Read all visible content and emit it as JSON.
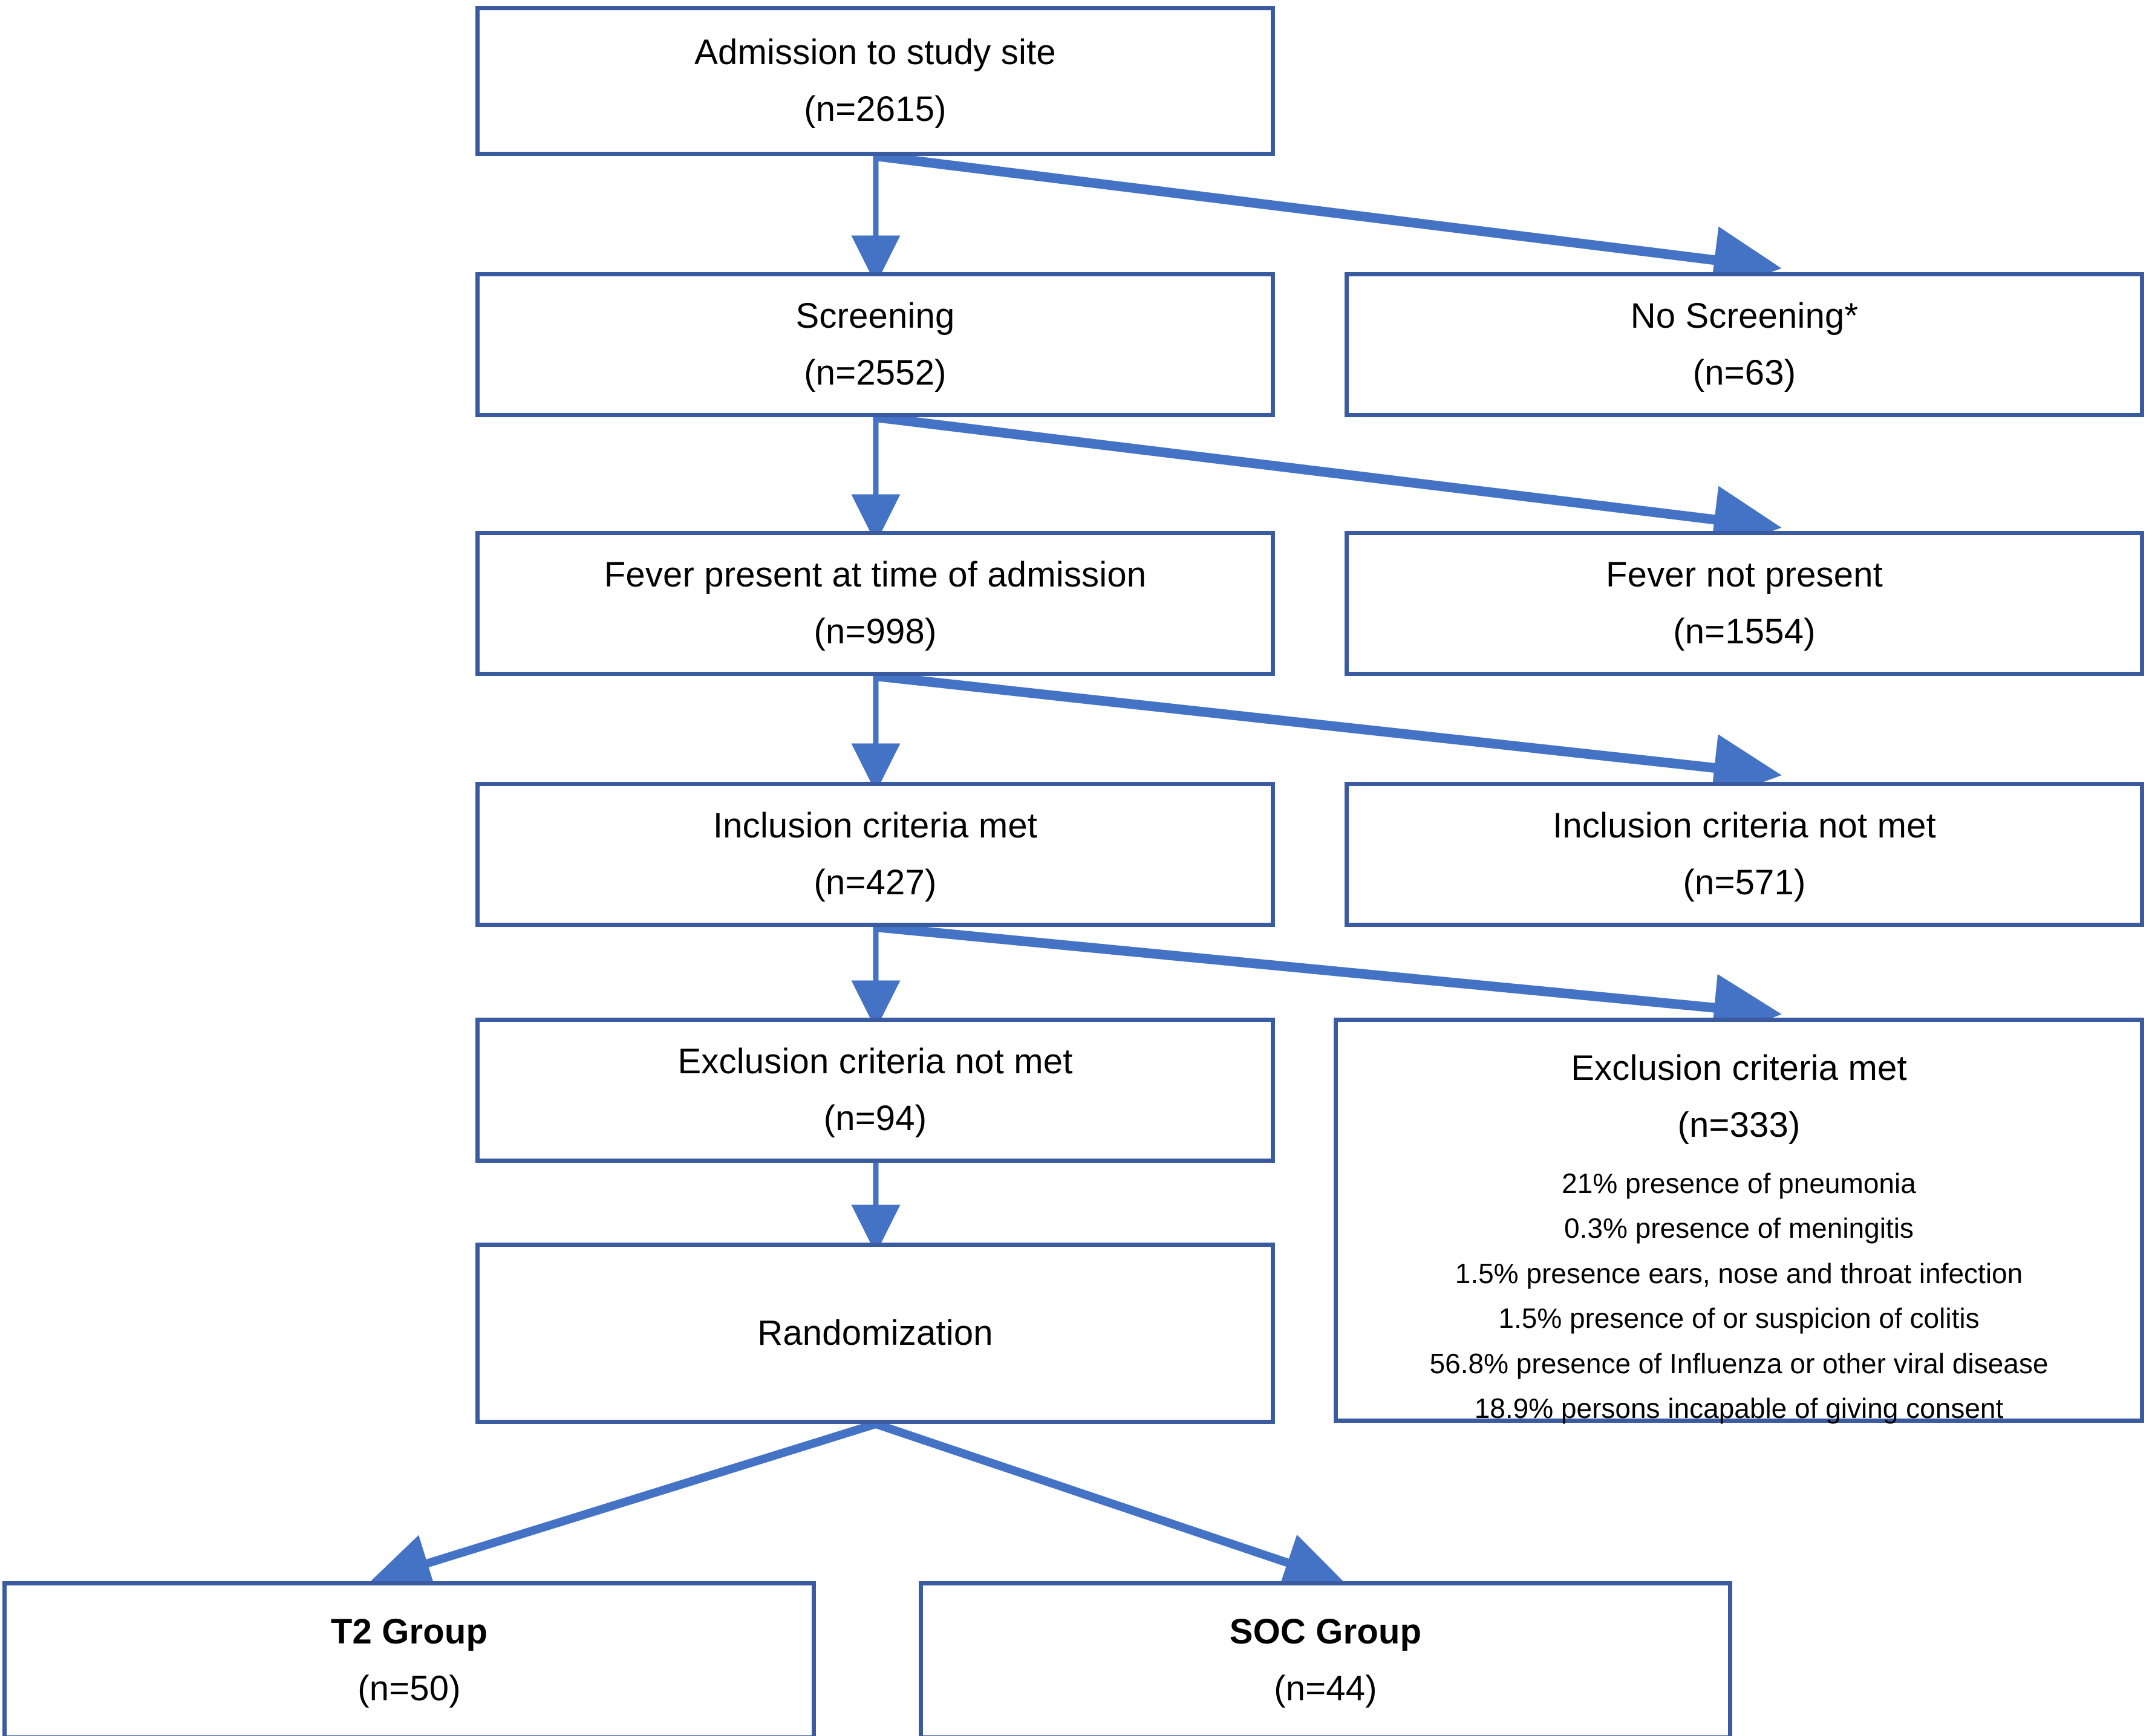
{
  "diagram": {
    "title": "Participant flow diagram",
    "type": "flowchart",
    "colors": {
      "box_border": "#3A5BA0",
      "arrow": "#4472C4",
      "background": "#FFFFFF",
      "text": "#000000"
    },
    "nodes": {
      "admission": {
        "label": "Admission to study site",
        "count": "(n=2615)"
      },
      "screening": {
        "label": "Screening",
        "count": "(n=2552)"
      },
      "no_screening": {
        "label": "No Screening*",
        "count": "(n=63)"
      },
      "fever_present": {
        "label": "Fever present at time of admission",
        "count": "(n=998)"
      },
      "fever_not_present": {
        "label": "Fever not present",
        "count": "(n=1554)"
      },
      "inclusion_met": {
        "label": "Inclusion criteria met",
        "count": "(n=427)"
      },
      "inclusion_not_met": {
        "label": "Inclusion criteria not met",
        "count": "(n=571)"
      },
      "exclusion_not_met": {
        "label": "Exclusion criteria not met",
        "count": "(n=94)"
      },
      "exclusion_met": {
        "label": "Exclusion criteria met",
        "count": "(n=333)",
        "reasons": [
          "21% presence of pneumonia",
          "0.3% presence of meningitis",
          "1.5% presence ears, nose and throat infection",
          "1.5% presence of or suspicion of colitis",
          "56.8% presence of Influenza or other viral disease",
          "18.9% persons incapable of giving consent"
        ]
      },
      "randomization": {
        "label": "Randomization",
        "count": ""
      },
      "t2_group": {
        "label": "T2 Group",
        "count": "(n=50)"
      },
      "soc_group": {
        "label": "SOC Group",
        "count": "(n=44)"
      }
    },
    "edges": [
      {
        "from": "admission",
        "to": "screening",
        "kind": "vertical-arrow"
      },
      {
        "from": "admission",
        "to": "no_screening",
        "kind": "diagonal-arrow"
      },
      {
        "from": "screening",
        "to": "fever_present",
        "kind": "vertical-arrow"
      },
      {
        "from": "screening",
        "to": "fever_not_present",
        "kind": "diagonal-arrow"
      },
      {
        "from": "fever_present",
        "to": "inclusion_met",
        "kind": "vertical-arrow"
      },
      {
        "from": "fever_present",
        "to": "inclusion_not_met",
        "kind": "diagonal-arrow"
      },
      {
        "from": "inclusion_met",
        "to": "exclusion_not_met",
        "kind": "vertical-arrow"
      },
      {
        "from": "inclusion_met",
        "to": "exclusion_met",
        "kind": "diagonal-arrow"
      },
      {
        "from": "exclusion_not_met",
        "to": "randomization",
        "kind": "vertical-arrow"
      },
      {
        "from": "randomization",
        "to": "t2_group",
        "kind": "diagonal-arrow"
      },
      {
        "from": "randomization",
        "to": "soc_group",
        "kind": "diagonal-arrow"
      }
    ]
  }
}
